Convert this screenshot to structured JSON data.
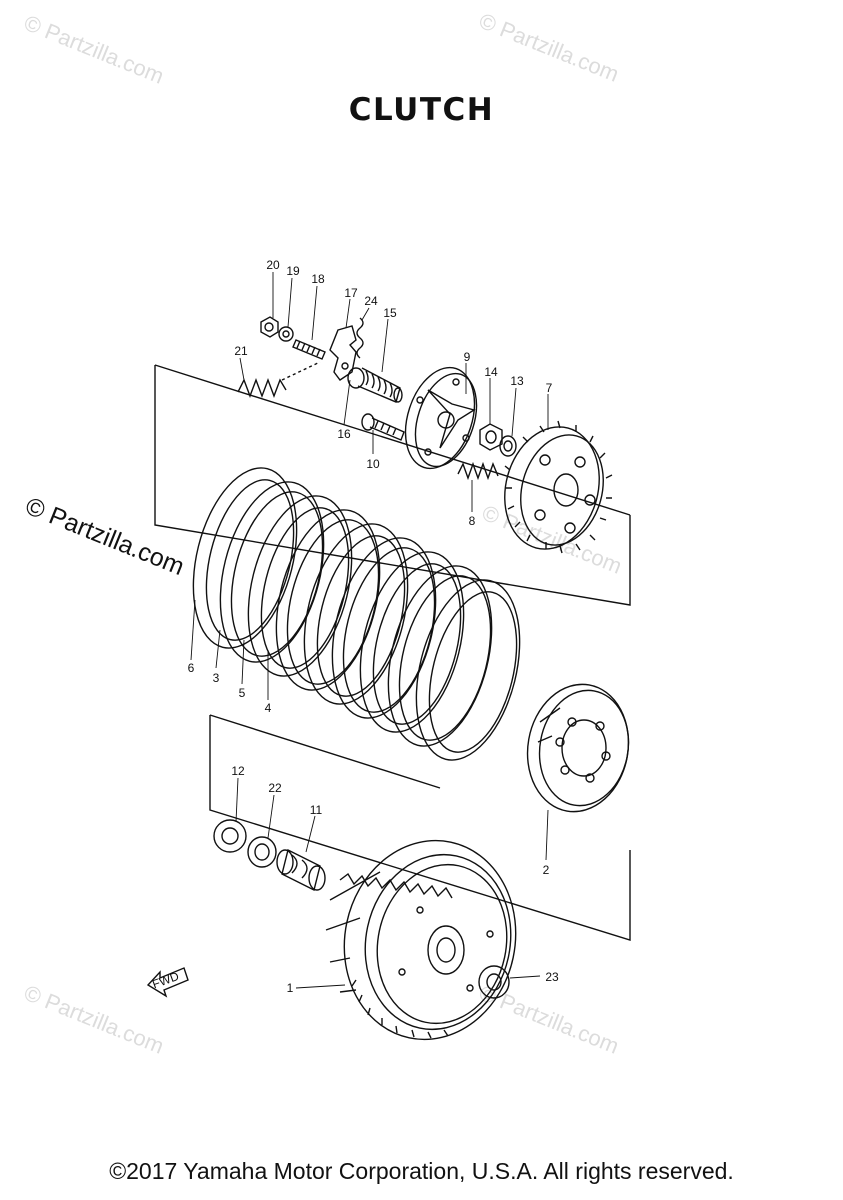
{
  "title": "CLUTCH",
  "footer": "©2017 Yamaha Motor Corporation, U.S.A. All rights reserved.",
  "watermark": "© Partzilla.com",
  "fwd_label": "FWD",
  "callouts": [
    "1",
    "2",
    "3",
    "4",
    "5",
    "6",
    "7",
    "8",
    "9",
    "10",
    "11",
    "12",
    "13",
    "14",
    "15",
    "16",
    "17",
    "18",
    "19",
    "20",
    "21",
    "22",
    "23",
    "24"
  ]
}
